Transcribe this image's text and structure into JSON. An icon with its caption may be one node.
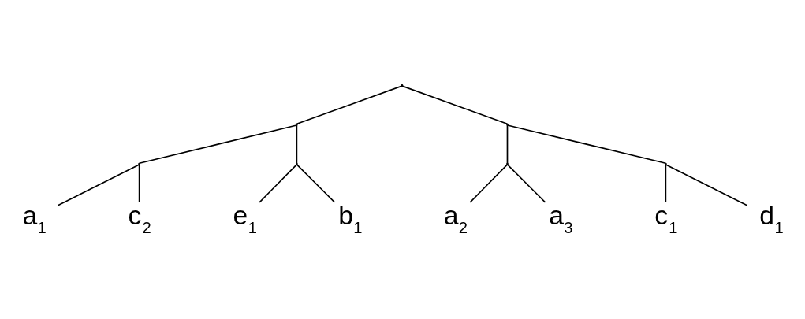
{
  "diagram": {
    "nodes": [
      {
        "text": [],
        "shape": "point"
      },
      {
        "text": [],
        "shape": "point"
      },
      {
        "text": [],
        "shape": "point"
      },
      {
        "text": [],
        "shape": "point"
      },
      {
        "text": [],
        "shape": "point"
      },
      {
        "text": [],
        "shape": "point"
      },
      {
        "text": [],
        "shape": "point"
      },
      {
        "text": [
          "a$_{1}$"
        ]
      },
      {
        "text": [
          "c$_{2}$"
        ]
      },
      {
        "text": [
          "e$_{1}$"
        ]
      },
      {
        "text": [
          "b$_{1}$"
        ]
      },
      {
        "text": [
          "a$_{2}$"
        ]
      },
      {
        "text": [
          "a$_{3}$"
        ]
      },
      {
        "text": [
          "c$_{1}$"
        ]
      },
      {
        "text": [
          "d$_{1}$"
        ]
      }
    ],
    "edges": [
      {
        "from": 0,
        "to": 1,
        "arrow": "none"
      },
      {
        "from": 0,
        "to": 2,
        "arrow": "none"
      },
      {
        "from": 1,
        "to": 3,
        "arrow": "none"
      },
      {
        "from": 1,
        "to": 4,
        "arrow": "none"
      },
      {
        "from": 3,
        "to": 7,
        "arrow": "none"
      },
      {
        "from": 3,
        "to": 8,
        "arrow": "none"
      },
      {
        "from": 4,
        "to": 9,
        "arrow": "none"
      },
      {
        "from": 4,
        "to": 10,
        "arrow": "none"
      },
      {
        "from": 2,
        "to": 5,
        "arrow": "none"
      },
      {
        "from": 2,
        "to": 6,
        "arrow": "none"
      },
      {
        "from": 5,
        "to": 11,
        "arrow": "none"
      },
      {
        "from": 5,
        "to": 12,
        "arrow": "none"
      },
      {
        "from": 6,
        "to": 13,
        "arrow": "none"
      },
      {
        "from": 6,
        "to": 14,
        "arrow": "none"
      }
    ]
  }
}
